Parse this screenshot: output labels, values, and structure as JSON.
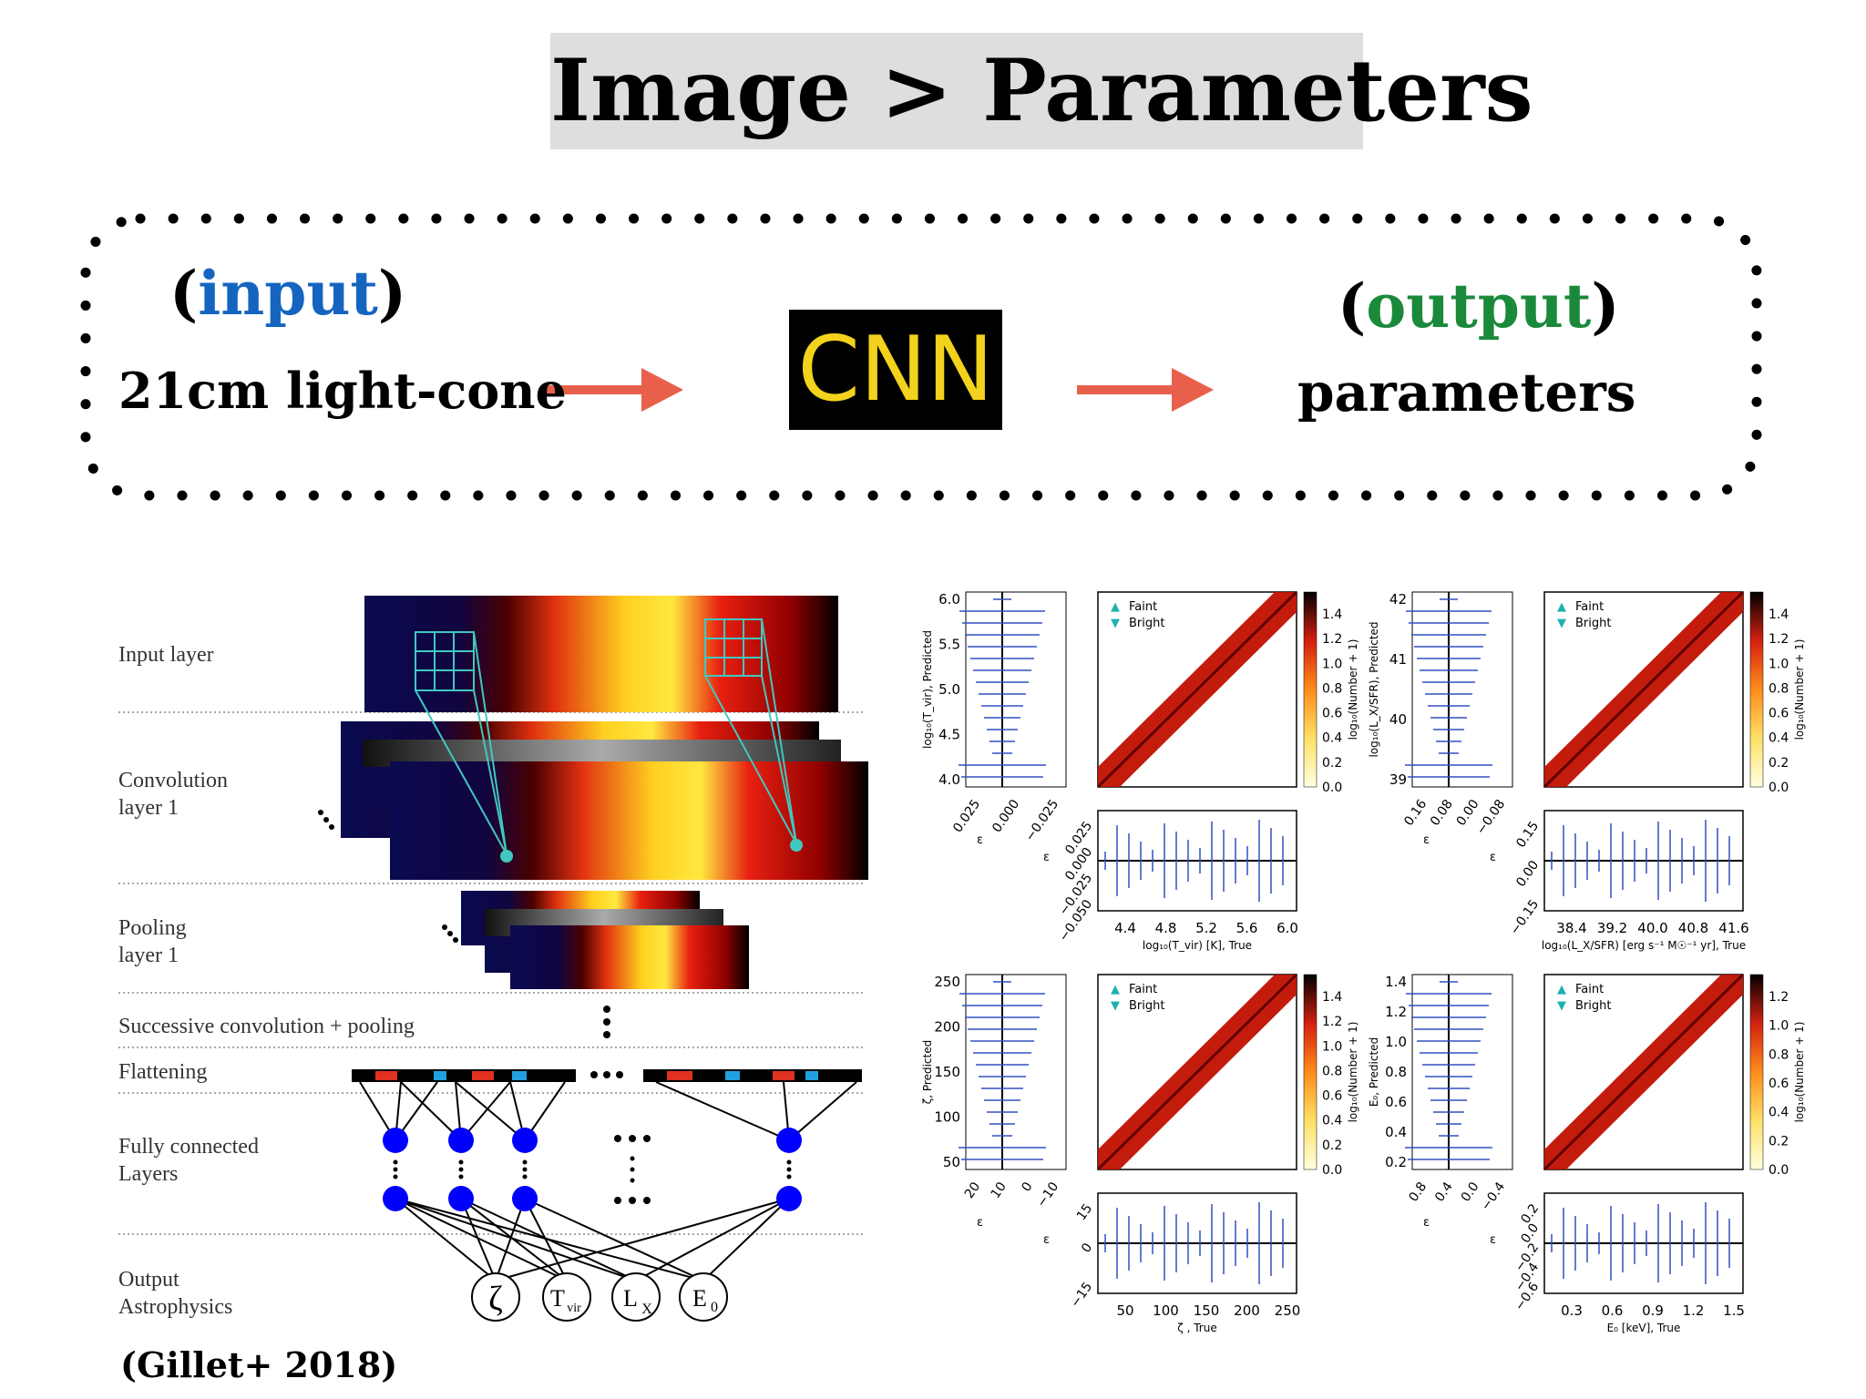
{
  "slide": {
    "title": "Image > Parameters",
    "input_label": "input",
    "input_desc": "21cm light-cone",
    "model_label": "CNN",
    "output_label": "output",
    "output_desc": "parameters",
    "citation": "(Gillet+ 2018)"
  },
  "network": {
    "layers": [
      "Input layer",
      "Convolution",
      "layer 1",
      "Pooling",
      "layer 1",
      "Successive convolution + pooling",
      "Flattening",
      "Fully connected",
      "Layers",
      "Output",
      "Astrophysics"
    ],
    "outputs": [
      "ζ",
      "T",
      "vir",
      "L",
      "X",
      "E",
      "0"
    ]
  },
  "colors": {
    "input": "#1565c0",
    "output": "#1a8a3a",
    "arrow": "#e8604c",
    "cnn_text": "#f2d21c",
    "node": "#0000ff",
    "cyan": "#40c8c0"
  },
  "panels": {
    "legend": [
      "Faint",
      "Bright"
    ],
    "colorbar_label": "log₁₀(Number + 1)",
    "p1": {
      "ylabel": "log₁₀(T_vir), Predicted",
      "yticks": [
        "6.0",
        "5.5",
        "5.0",
        "4.5",
        "4.0"
      ],
      "xlabel": "log₁₀(T_vir) [K], True",
      "xticks": [
        "4.4",
        "4.8",
        "5.2",
        "5.6",
        "6.0"
      ],
      "side_ticks": [
        "0.025",
        "0.000",
        "−0.025"
      ],
      "res_ticks": [
        "0.025",
        "0.000",
        "−0.025",
        "−0.050"
      ],
      "cbar": [
        "1.4",
        "1.2",
        "1.0",
        "0.8",
        "0.6",
        "0.4",
        "0.2",
        "0.0"
      ]
    },
    "p2": {
      "ylabel": "log₁₀(L_X/SFR), Predicted",
      "yticks": [
        "42",
        "41",
        "40",
        "39"
      ],
      "xlabel": "log₁₀(L_X/SFR) [erg s⁻¹ M☉⁻¹ yr], True",
      "xticks": [
        "38.4",
        "39.2",
        "40.0",
        "40.8",
        "41.6"
      ],
      "side_ticks": [
        "0.16",
        "0.08",
        "0.00",
        "−0.08"
      ],
      "res_ticks": [
        "0.15",
        "0.00",
        "−0.15"
      ],
      "cbar": [
        "1.4",
        "1.2",
        "1.0",
        "0.8",
        "0.6",
        "0.4",
        "0.2",
        "0.0"
      ]
    },
    "p3": {
      "ylabel": "ζ, Predicted",
      "yticks": [
        "250",
        "200",
        "150",
        "100",
        "50"
      ],
      "xlabel": "ζ , True",
      "xticks": [
        "50",
        "100",
        "150",
        "200",
        "250"
      ],
      "side_ticks": [
        "20",
        "10",
        "0",
        "−10"
      ],
      "res_ticks": [
        "15",
        "0",
        "−15"
      ],
      "cbar": [
        "1.4",
        "1.2",
        "1.0",
        "0.8",
        "0.6",
        "0.4",
        "0.2",
        "0.0"
      ]
    },
    "p4": {
      "ylabel": "E₀, Predicted",
      "yticks": [
        "1.4",
        "1.2",
        "1.0",
        "0.8",
        "0.6",
        "0.4",
        "0.2"
      ],
      "xlabel": "E₀ [keV], True",
      "xticks": [
        "0.3",
        "0.6",
        "0.9",
        "1.2",
        "1.5"
      ],
      "side_ticks": [
        "0.8",
        "0.4",
        "0.0",
        "−0.4"
      ],
      "res_ticks": [
        "0.2",
        "0.0",
        "−0.2",
        "−0.4",
        "−0.6"
      ],
      "cbar": [
        "1.2",
        "1.0",
        "0.8",
        "0.6",
        "0.4",
        "0.2",
        "0.0"
      ]
    },
    "side_label": "ε",
    "res_label": "ε"
  }
}
